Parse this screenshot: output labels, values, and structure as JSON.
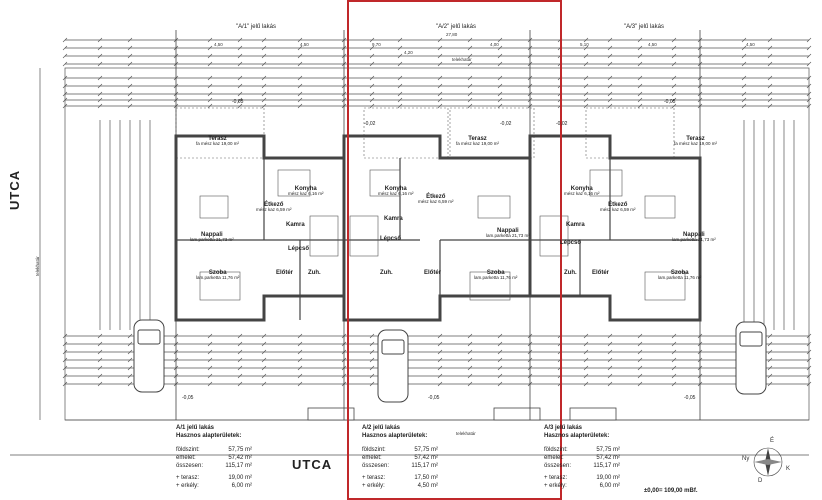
{
  "street_label_left": "UTCA",
  "street_label_bottom": "UTCA",
  "telekhatar": "telekhatár",
  "units": [
    {
      "title": "\"A/1\" jelű lakás",
      "width": "9,70"
    },
    {
      "title": "\"A/2\" jelű lakás",
      "width": "27,80"
    },
    {
      "title": "\"A/3\" jelű lakás",
      "width": "5,10"
    }
  ],
  "top_dims": [
    "4,50",
    "4,50",
    "4,20",
    "4,00",
    "4,50",
    "4,50"
  ],
  "rooms": {
    "terasz": "Terasz",
    "terasz_sub": "fa mész kaz 19,00 m²",
    "konyha": "Konyha",
    "konyha_sub": "mész kaz 6,16 m²",
    "etkezo": "Étkező",
    "etkezo_sub": "mész kaz 6,59 m²",
    "nappali": "Nappali",
    "nappali_sub": "lam.parketta 21,73 m²",
    "kamra": "Kamra",
    "lepcso": "Lépcső",
    "szoba": "Szoba",
    "szoba_sub": "lam.parketta 11,76 m²",
    "eloter": "Előtér",
    "zuh": "Zuh."
  },
  "levels": {
    "top": "-0,05",
    "mid": "-0,02",
    "bottom": "-0,05"
  },
  "tables": [
    {
      "heading1": "A/1 jelű lakás",
      "heading2": "Hasznos alapterületek:",
      "rows": [
        {
          "k": "földszint:",
          "v": "57,75 m²"
        },
        {
          "k": "emelet:",
          "v": "57,42 m²"
        },
        {
          "k": "összesen:",
          "v": "115,17 m²"
        },
        {
          "k": "+ terasz:",
          "v": "19,00 m²"
        },
        {
          "k": "+ erkély:",
          "v": "6,00 m²"
        }
      ]
    },
    {
      "heading1": "A/2 jelű lakás",
      "heading2": "Hasznos alapterületek:",
      "rows": [
        {
          "k": "földszint:",
          "v": "57,75 m²"
        },
        {
          "k": "emelet:",
          "v": "57,42 m²"
        },
        {
          "k": "összesen:",
          "v": "115,17 m²"
        },
        {
          "k": "+ terasz:",
          "v": "17,50 m²"
        },
        {
          "k": "+ erkély:",
          "v": "4,50 m²"
        }
      ]
    },
    {
      "heading1": "A/3 jelű lakás",
      "heading2": "Hasznos alapterületek:",
      "rows": [
        {
          "k": "földszint:",
          "v": "57,75 m²"
        },
        {
          "k": "emelet:",
          "v": "57,42 m²"
        },
        {
          "k": "összesen:",
          "v": "115,17 m²"
        },
        {
          "k": "+ terasz:",
          "v": "19,00 m²"
        },
        {
          "k": "+ erkély:",
          "v": "6,00 m²"
        }
      ]
    }
  ],
  "zero_level": "±0,00= 109,00 mBf.",
  "compass": {
    "n": "É",
    "s": "D",
    "e": "K",
    "w": "Ny"
  },
  "colors": {
    "highlight": "#c0282a",
    "wall": "#444444",
    "line": "#555555"
  }
}
